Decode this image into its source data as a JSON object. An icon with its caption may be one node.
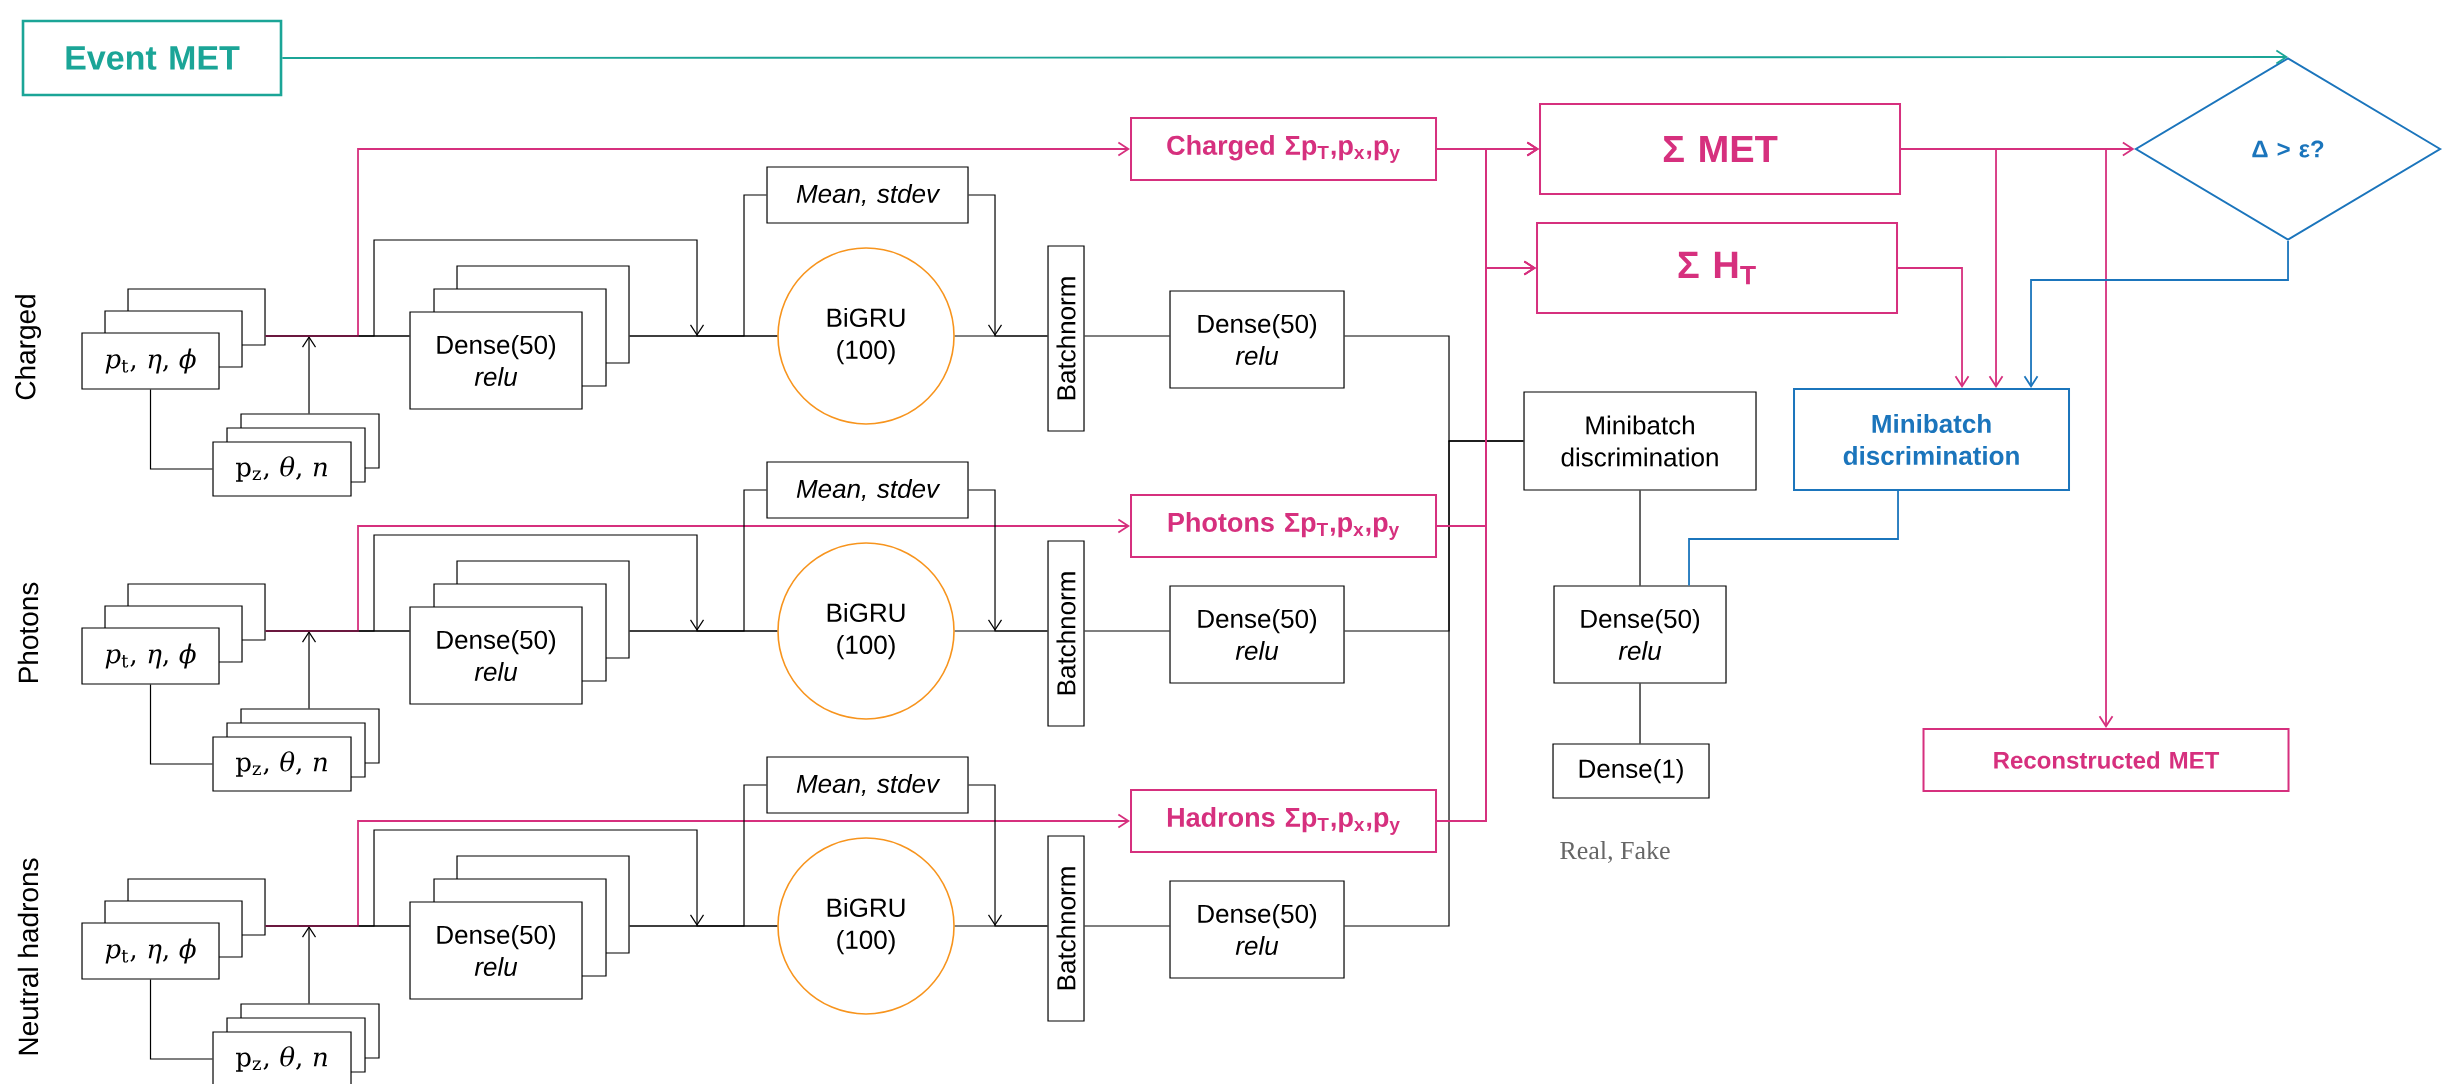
{
  "diagram": {
    "nodes": [
      {
        "text": [
          "Event MET"
        ]
      },
      {
        "text": [
          "*p*$_{t}$, *η*, *ϕ*"
        ]
      },
      {
        "text": [
          "p$_{z}$, *θ*, *n*"
        ]
      },
      {
        "text": [
          "Dense(50)",
          "relu"
        ]
      },
      {
        "text": [
          "Mean, stdev"
        ]
      },
      {
        "text": [
          "BiGRU (100)"
        ]
      },
      {
        "text": [
          "Batchnorm"
        ]
      },
      {
        "text": [
          "Dense(50)",
          "relu"
        ]
      },
      {
        "text": [
          "Charged Σp$_{T}$,p$_{x}$,p$_{y}$"
        ]
      },
      {
        "text": [
          "*p*$_{t}$, *η*, *ϕ*"
        ]
      },
      {
        "text": [
          "p$_{z}$, *θ*, *n*"
        ]
      },
      {
        "text": [
          "Dense(50)",
          "relu"
        ]
      },
      {
        "text": [
          "Mean, stdev"
        ]
      },
      {
        "text": [
          "BiGRU (100)"
        ]
      },
      {
        "text": [
          "Batchnorm"
        ]
      },
      {
        "text": [
          "Dense(50)",
          "relu"
        ]
      },
      {
        "text": [
          "Photons Σp$_{T}$,p$_{x}$,p$_{y}$"
        ]
      },
      {
        "text": [
          "*p*$_{t}$, *η*, *ϕ*"
        ]
      },
      {
        "text": [
          "p$_{z}$, *θ*, *n*"
        ]
      },
      {
        "text": [
          "Dense(50)",
          "relu"
        ]
      },
      {
        "text": [
          "Mean, stdev"
        ]
      },
      {
        "text": [
          "BiGRU (100)"
        ]
      },
      {
        "text": [
          "Batchnorm"
        ]
      },
      {
        "text": [
          "Dense(50)",
          "relu"
        ]
      },
      {
        "text": [
          "Hadrons Σp$_{T}$,p$_{x}$,p$_{y}$"
        ]
      },
      {
        "text": [
          "Σ MET"
        ]
      },
      {
        "text": [
          "Σ H$_{T}$"
        ]
      },
      {
        "text": [
          "Δ > ε?"
        ]
      },
      {
        "text": [
          "Minibatch discrimination"
        ]
      },
      {
        "text": [
          "Minibatch discrimination"
        ]
      },
      {
        "text": [
          "Dense(50)",
          "relu"
        ]
      },
      {
        "text": [
          "Dense(1)"
        ],
        "beside": [
          "Real, Fake"
        ]
      },
      {
        "text": [
          "Reconstructed MET"
        ]
      }
    ],
    "edges": [
      {
        "from": 1,
        "to": 2,
        "arrow": "none"
      },
      {
        "from": 2,
        "to": 3,
        "arrow": "to"
      },
      {
        "from": 1,
        "to": 3,
        "arrow": "none"
      },
      {
        "from": 1,
        "to": 8,
        "arrow": "to",
        "color": "#d6307e"
      },
      {
        "from": 1,
        "to": 5,
        "arrow": "to"
      },
      {
        "from": 3,
        "to": 5,
        "arrow": "none"
      },
      {
        "from": 3,
        "to": 4,
        "arrow": "none"
      },
      {
        "from": 4,
        "to": 6,
        "arrow": "to"
      },
      {
        "from": 5,
        "to": 6,
        "arrow": "none"
      },
      {
        "from": 6,
        "to": 7,
        "arrow": "none"
      },
      {
        "from": 7,
        "to": 28,
        "arrow": "none"
      },
      {
        "from": 9,
        "to": 10,
        "arrow": "none"
      },
      {
        "from": 10,
        "to": 11,
        "arrow": "to"
      },
      {
        "from": 9,
        "to": 11,
        "arrow": "none"
      },
      {
        "from": 9,
        "to": 16,
        "arrow": "to",
        "color": "#d6307e"
      },
      {
        "from": 9,
        "to": 13,
        "arrow": "to"
      },
      {
        "from": 11,
        "to": 13,
        "arrow": "none"
      },
      {
        "from": 11,
        "to": 12,
        "arrow": "none"
      },
      {
        "from": 12,
        "to": 14,
        "arrow": "to"
      },
      {
        "from": 13,
        "to": 14,
        "arrow": "none"
      },
      {
        "from": 14,
        "to": 15,
        "arrow": "none"
      },
      {
        "from": 15,
        "to": 28,
        "arrow": "none"
      },
      {
        "from": 17,
        "to": 18,
        "arrow": "none"
      },
      {
        "from": 18,
        "to": 19,
        "arrow": "to"
      },
      {
        "from": 17,
        "to": 19,
        "arrow": "none"
      },
      {
        "from": 17,
        "to": 24,
        "arrow": "to",
        "color": "#d6307e"
      },
      {
        "from": 17,
        "to": 21,
        "arrow": "to"
      },
      {
        "from": 19,
        "to": 21,
        "arrow": "none"
      },
      {
        "from": 19,
        "to": 20,
        "arrow": "none"
      },
      {
        "from": 20,
        "to": 22,
        "arrow": "to"
      },
      {
        "from": 21,
        "to": 22,
        "arrow": "none"
      },
      {
        "from": 22,
        "to": 23,
        "arrow": "none"
      },
      {
        "from": 23,
        "to": 28,
        "arrow": "none"
      },
      {
        "from": 0,
        "to": 27,
        "arrow": "to",
        "color": "#1ba597"
      },
      {
        "from": 8,
        "to": 25,
        "arrow": "to",
        "color": "#d6307e"
      },
      {
        "from": 8,
        "to": 26,
        "arrow": "to",
        "color": "#d6307e"
      },
      {
        "from": 16,
        "to": 25,
        "arrow": "to",
        "color": "#d6307e"
      },
      {
        "from": 16,
        "to": 26,
        "arrow": "to",
        "color": "#d6307e"
      },
      {
        "from": 24,
        "to": 25,
        "arrow": "to",
        "color": "#d6307e"
      },
      {
        "from": 24,
        "to": 26,
        "arrow": "to",
        "color": "#d6307e"
      },
      {
        "from": 25,
        "to": 27,
        "arrow": "to",
        "color": "#d6307e"
      },
      {
        "from": 25,
        "to": 29,
        "arrow": "to",
        "color": "#d6307e"
      },
      {
        "from": 25,
        "to": 32,
        "arrow": "to",
        "color": "#d6307e"
      },
      {
        "from": 26,
        "to": 29,
        "arrow": "to",
        "color": "#d6307e"
      },
      {
        "from": 27,
        "to": 29,
        "arrow": "to",
        "color": "#1b75bc"
      },
      {
        "from": 28,
        "to": 30,
        "arrow": "none"
      },
      {
        "from": 29,
        "to": 30,
        "arrow": "none",
        "color": "#1b75bc"
      },
      {
        "from": 30,
        "to": 31,
        "arrow": "none"
      }
    ],
    "labels": [
      "Charged",
      "Photons",
      "Neutral hadrons"
    ]
  }
}
